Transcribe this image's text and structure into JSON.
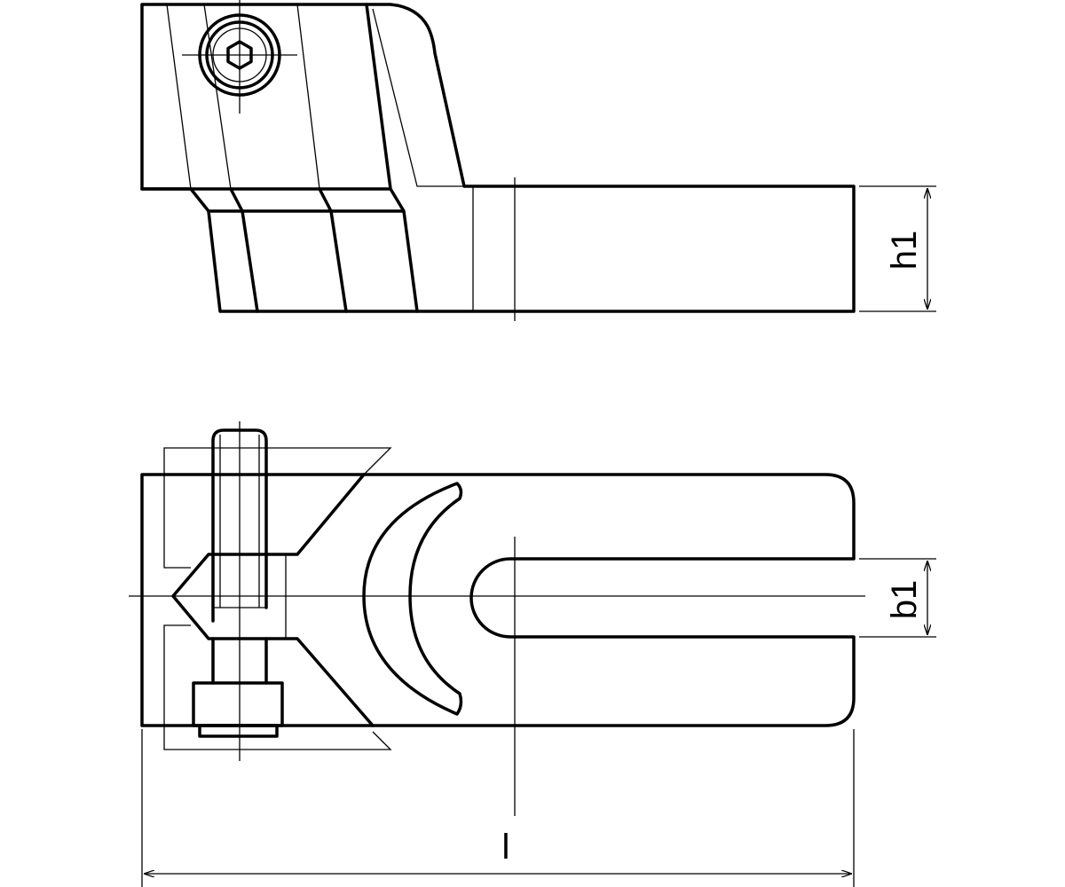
{
  "drawing": {
    "dimensions": {
      "height_label": "h1",
      "slot_width_label": "b1",
      "length_label": "l"
    }
  }
}
